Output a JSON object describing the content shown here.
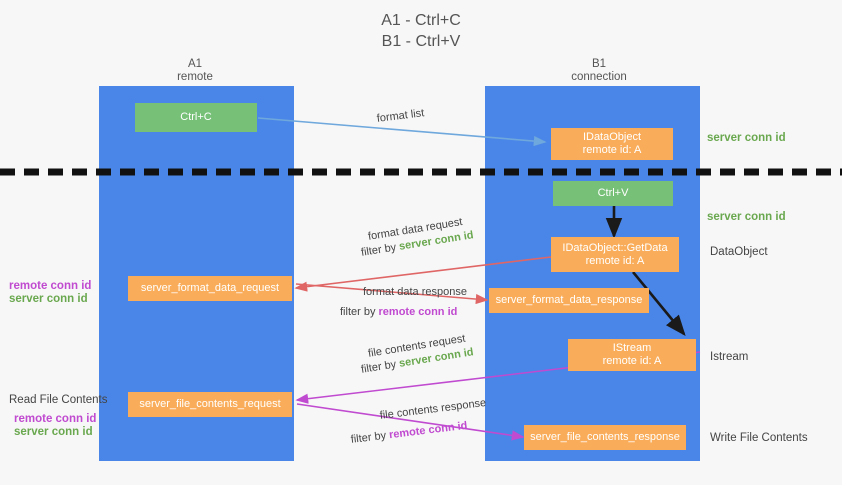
{
  "title": "A1 - Ctrl+C\nB1 - Ctrl+V",
  "colors": {
    "lane": "#4a86e8",
    "green_box": "#77c078",
    "orange_box": "#f9ad5a",
    "server_conn": "#6aa84f",
    "remote_conn": "#c04ad0",
    "blue_arrow": "#6fa8dc",
    "red_arrow": "#e06666",
    "magenta_arrow": "#c04ad0",
    "black_arrow": "#1a1a1a",
    "background": "#f7f7f7"
  },
  "lanes": [
    {
      "name": "A1",
      "sub": "remote"
    },
    {
      "name": "B1",
      "sub": "connection"
    }
  ],
  "boxes": {
    "ctrl_c": "Ctrl+C",
    "ctrl_v": "Ctrl+V",
    "idataobject": "IDataObject\nremote id: A",
    "getdata": "IDataObject::GetData\nremote id: A",
    "istream": "IStream\nremote id: A",
    "server_format_data_request": "server_format_data_request",
    "server_format_data_response": "server_format_data_response",
    "server_file_contents_request": "server_file_contents_request",
    "server_file_contents_response": "server_file_contents_response"
  },
  "right_labels": {
    "server_conn_id_top": "server conn id",
    "server_conn_id_mid": "server conn id",
    "dataobject": "DataObject",
    "istream": "Istream",
    "write_file_contents": "Write File Contents"
  },
  "left_labels": {
    "remote_conn_id_1": "remote conn id",
    "server_conn_id_1": "server conn id",
    "read_file_contents": "Read File Contents",
    "remote_conn_id_2": "remote conn id",
    "server_conn_id_2": "server conn id"
  },
  "annotations": {
    "format_list": "format list",
    "format_data_request": "format data request",
    "format_data_request_filter_prefix": "filter by ",
    "format_data_request_filter_value": "server conn id",
    "format_data_response": "format data response",
    "format_data_response_filter_prefix": "filter by ",
    "format_data_response_filter_value": "remote conn id",
    "file_contents_request": "file contents request",
    "file_contents_request_filter_prefix": "filter by ",
    "file_contents_request_filter_value": "server conn id",
    "file_contents_response": "file contents response",
    "file_contents_response_filter_prefix": "filter by ",
    "file_contents_response_filter_value": "remote conn id"
  }
}
